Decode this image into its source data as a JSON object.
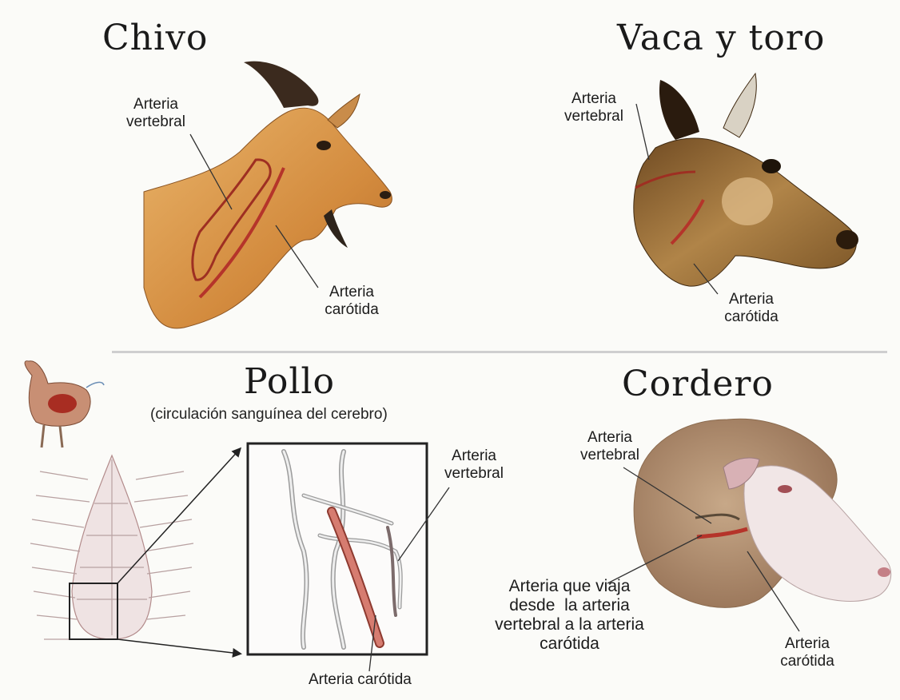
{
  "panels": {
    "goat": {
      "title": "Chivo",
      "vertebral_line1": "Arteria",
      "vertebral_line2": "vertebral",
      "carotid_line1": "Arteria",
      "carotid_line2": "carótida"
    },
    "cow": {
      "title": "Vaca y toro",
      "vertebral_line1": "Arteria",
      "vertebral_line2": "vertebral",
      "carotid_line1": "Arteria",
      "carotid_line2": "carótida"
    },
    "chicken": {
      "title": "Pollo",
      "subtitle": "(circulación sanguínea del cerebro)",
      "vertebral_line1": "Arteria",
      "vertebral_line2": "vertebral",
      "carotid": "Arteria carótida"
    },
    "lamb": {
      "title": "Cordero",
      "vertebral_line1": "Arteria",
      "vertebral_line2": "vertebral",
      "connecting_line1": "Arteria que viaja",
      "connecting_line2": "desde  la arteria",
      "connecting_line3": "vertebral a la arteria",
      "connecting_line4": "carótida",
      "carotid_line1": "Arteria",
      "carotid_line2": "carótida"
    }
  },
  "colors": {
    "artery": "#c0392b",
    "goat_fur": "#d89a52",
    "cow_fur": "#9c7138",
    "lamb_wool": "#b39271",
    "divider": "#cfcfcf"
  }
}
